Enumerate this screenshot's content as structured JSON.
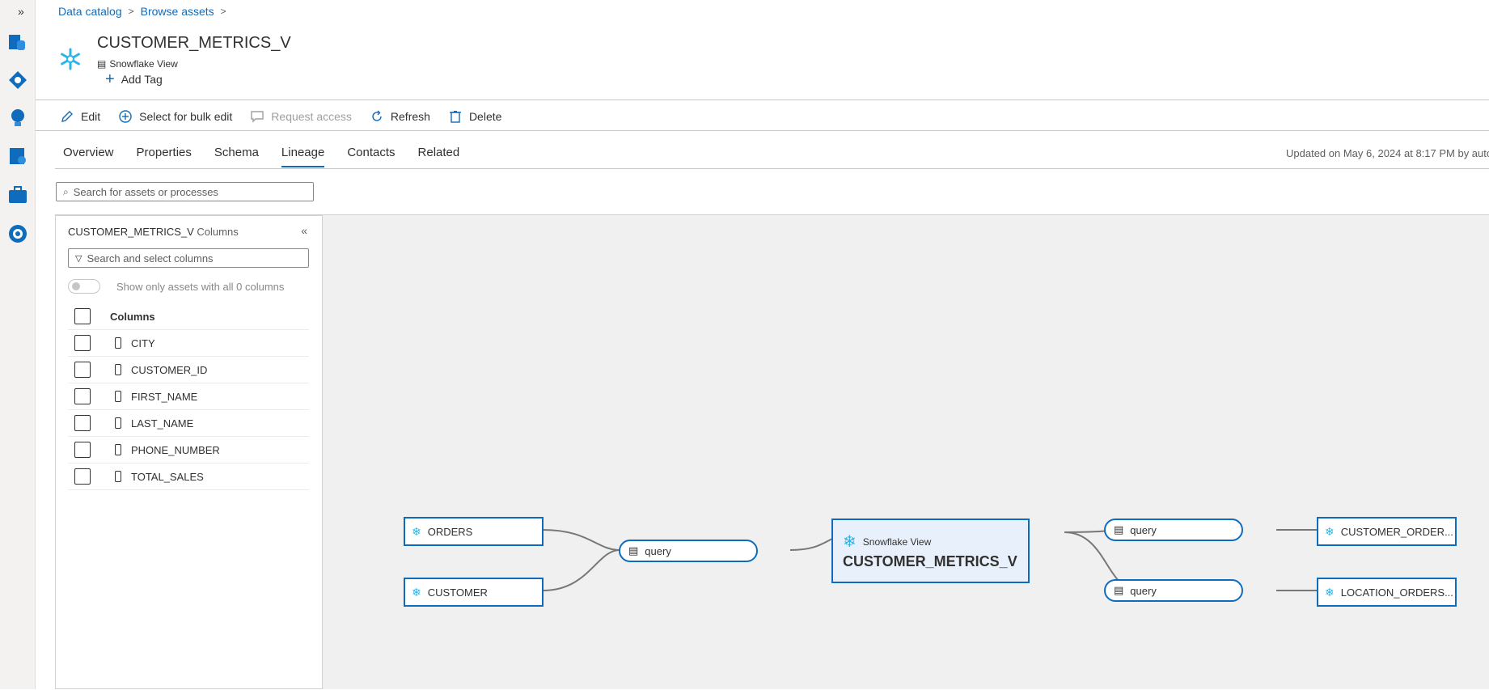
{
  "breadcrumb": {
    "root": "Data catalog",
    "current": "Browse assets"
  },
  "asset": {
    "title": "CUSTOMER_METRICS_V",
    "type": "Snowflake View",
    "add_tag": "Add Tag"
  },
  "toolbar": {
    "edit": "Edit",
    "bulk": "Select for bulk edit",
    "request": "Request access",
    "refresh": "Refresh",
    "delete": "Delete"
  },
  "tabs": [
    "Overview",
    "Properties",
    "Schema",
    "Lineage",
    "Contacts",
    "Related"
  ],
  "active_tab": "Lineage",
  "updated": "Updated on May 6, 2024 at 8:17 PM by auto",
  "search": {
    "placeholder": "Search for assets or processes"
  },
  "panel": {
    "title": "CUSTOMER_METRICS_V",
    "title_sub": "Columns",
    "search_placeholder": "Search and select columns",
    "toggle_label": "Show only assets with all 0 columns",
    "columns_header": "Columns",
    "columns": [
      "CITY",
      "CUSTOMER_ID",
      "FIRST_NAME",
      "LAST_NAME",
      "PHONE_NUMBER",
      "TOTAL_SALES"
    ]
  },
  "lineage": {
    "sources": [
      "ORDERS",
      "CUSTOMER"
    ],
    "process_in": "query",
    "center_type": "Snowflake View",
    "center_name": "CUSTOMER_METRICS_V",
    "process_out": [
      "query",
      "query"
    ],
    "targets": [
      "CUSTOMER_ORDER...",
      "LOCATION_ORDERS..."
    ]
  },
  "colors": {
    "accent": "#0f6cbd",
    "snowflake": "#29b5e8"
  }
}
